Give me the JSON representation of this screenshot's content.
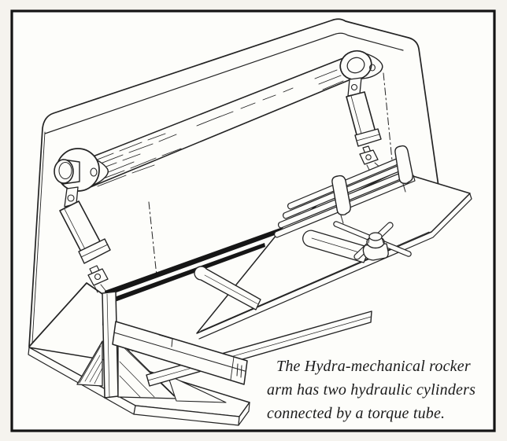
{
  "figure": {
    "type": "technical-line-illustration",
    "subject": "hydra-mechanical-rocker-arm-machine",
    "caption": {
      "line1": "The Hydra-mechanical rocker",
      "line2": "arm has two hydraulic cylinders",
      "line3": "connected by a torque tube."
    },
    "colors": {
      "ink": "#232323",
      "paper": "#f5f3ee",
      "panel": "#fdfdfa",
      "blade_black": "#161616",
      "border": "#141414",
      "caption_ink": "#1b1b1b"
    }
  }
}
